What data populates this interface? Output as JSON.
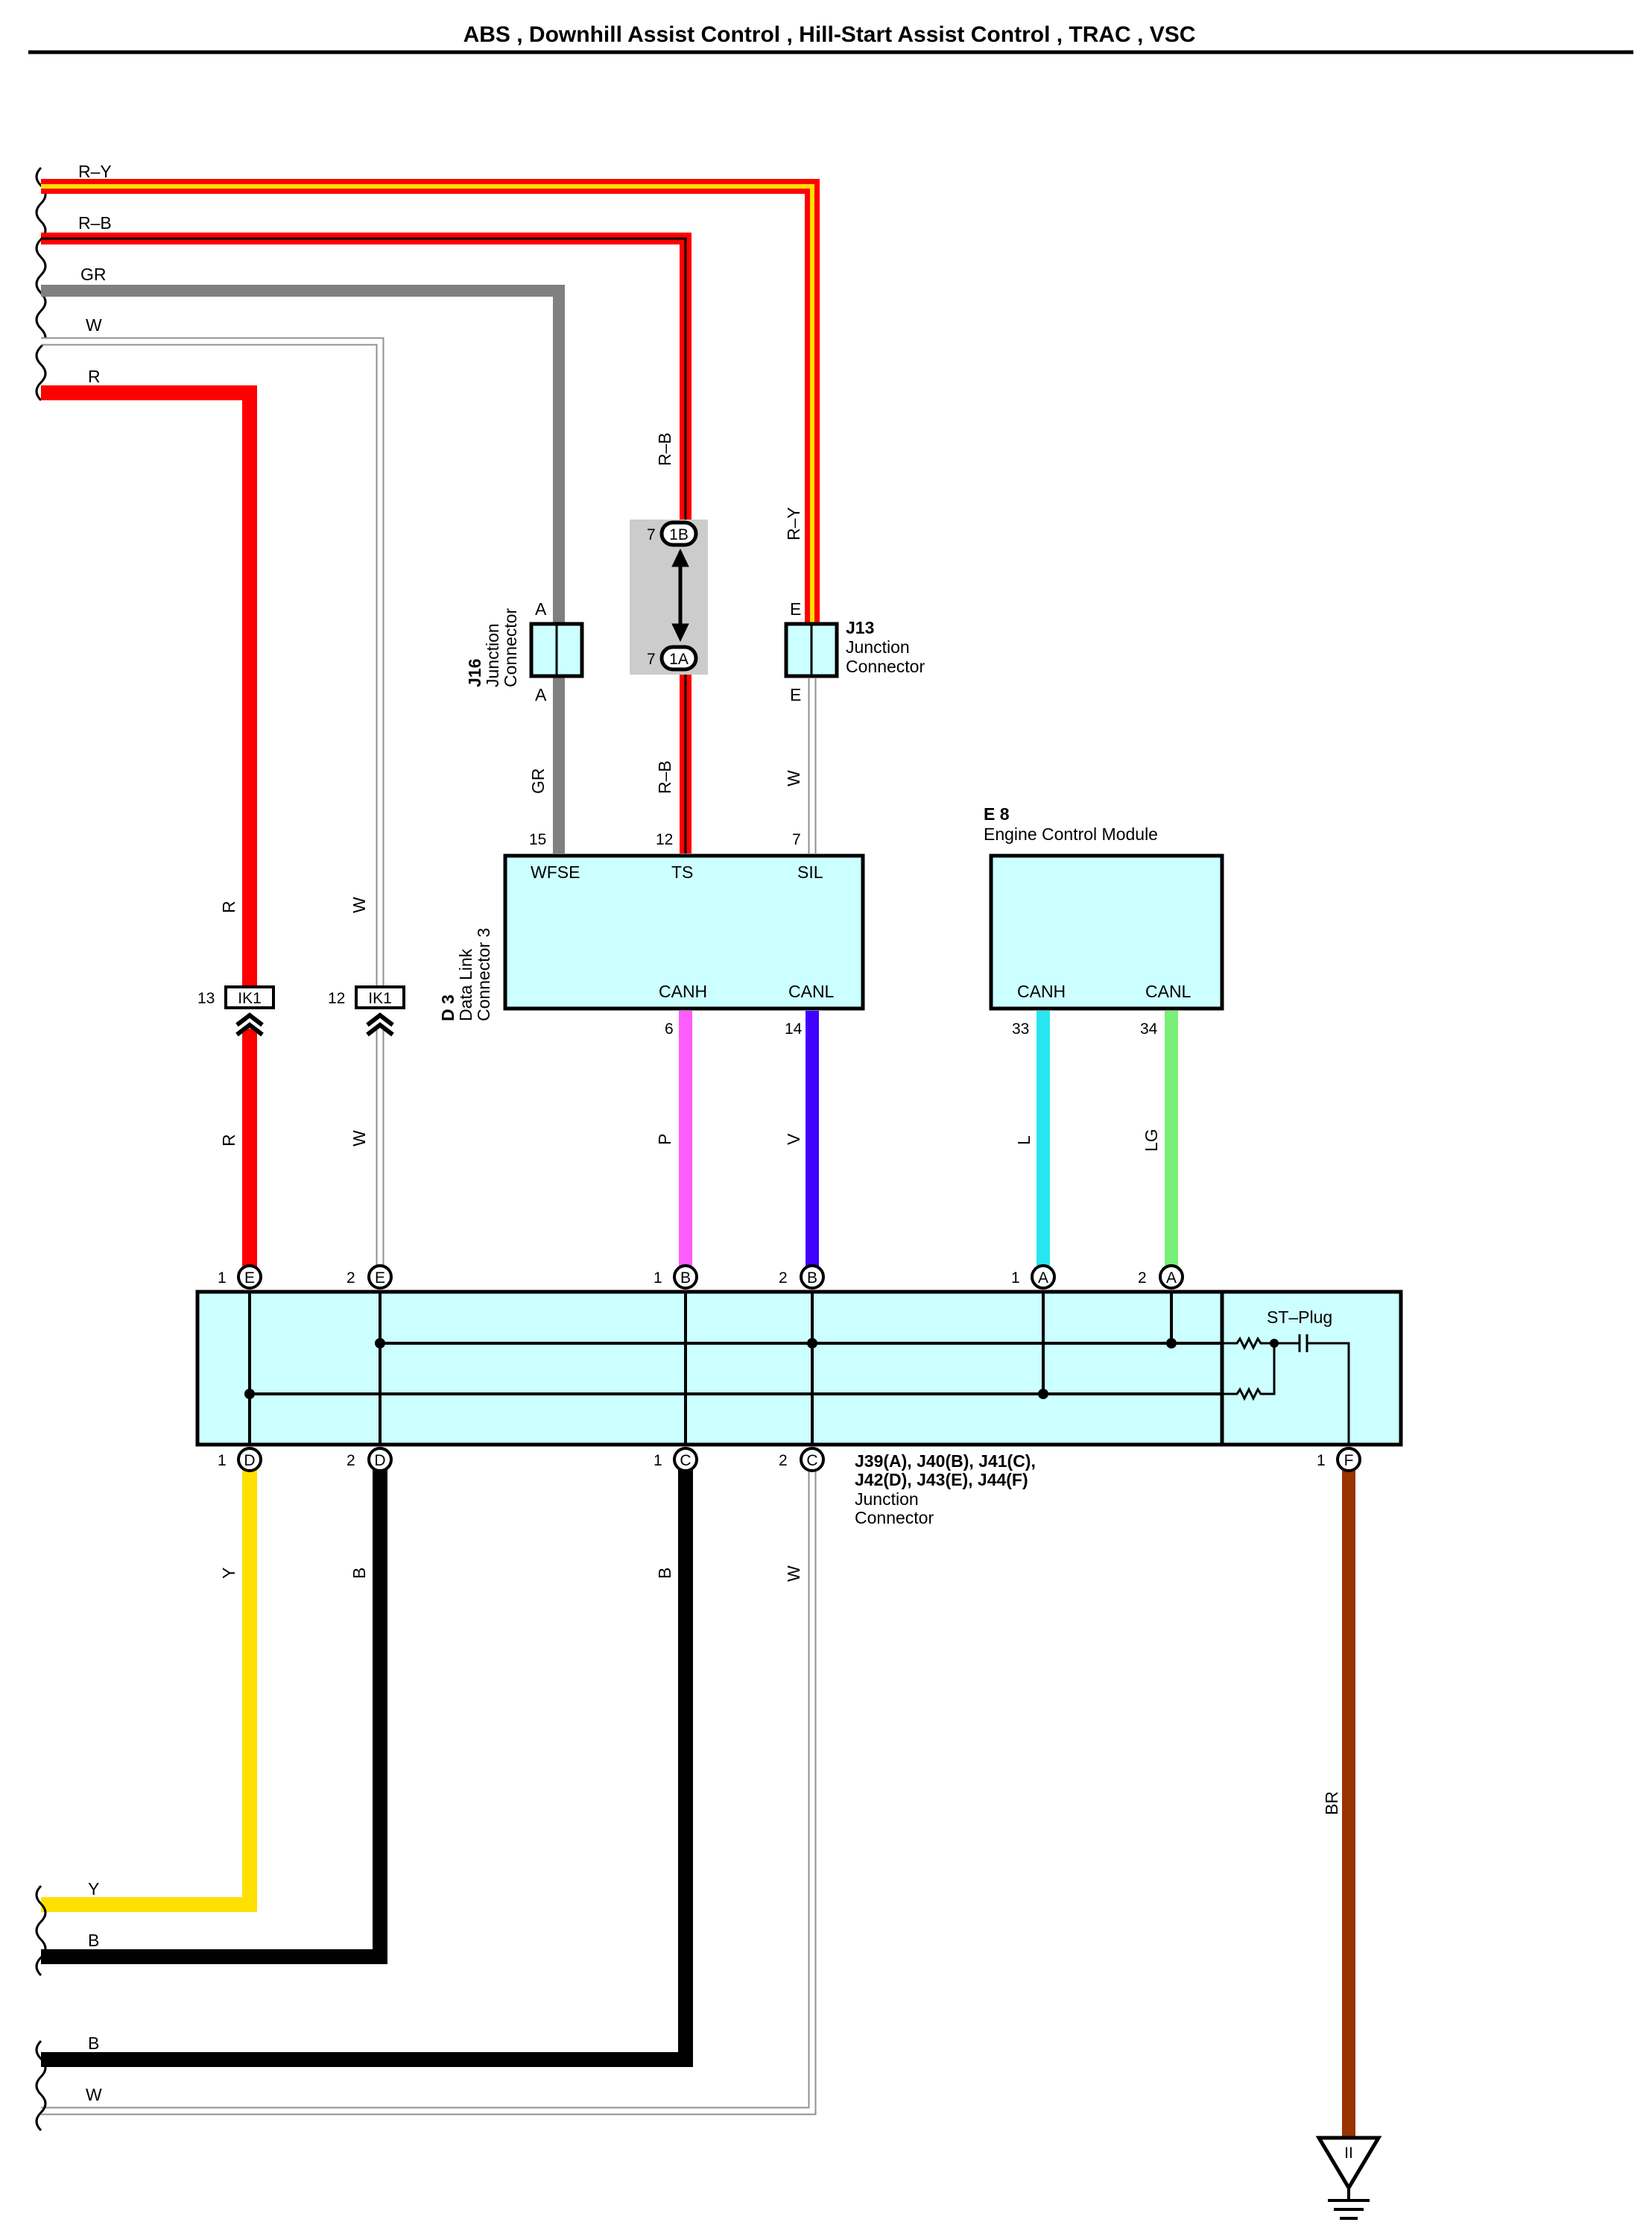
{
  "title": "ABS , Downhill Assist Control , Hill-Start Assist Control , TRAC , VSC",
  "colors": {
    "red": "#ff0000",
    "yellow": "#ffe000",
    "gray": "#808080",
    "white_wire": "#c8c8c8",
    "pink": "#ff5cff",
    "violet": "#4000ff",
    "blue_l": "#27e6f0",
    "light_green": "#78f078",
    "brown": "#993300",
    "black": "#000000",
    "connector_fill": "#ccffff",
    "highlight_box": "#cccccc"
  },
  "wires_left_top": {
    "r_y": "R–Y",
    "r_b": "R–B",
    "gr": "GR",
    "w": "W",
    "r": "R"
  },
  "wire_labels": {
    "r_b_upper": "R–B",
    "r_y_upper": "R–Y",
    "gr_mid": "GR",
    "r_b_mid": "R–B",
    "w_mid": "W",
    "r_upper": "R",
    "w_upper": "W",
    "r_lower": "R",
    "w_lower": "W",
    "p": "P",
    "v": "V",
    "l": "L",
    "lg": "LG",
    "y": "Y",
    "b1": "B",
    "b2": "B",
    "w_bottom": "W",
    "br": "BR"
  },
  "wires_left_bottom": {
    "y": "Y",
    "b1": "B",
    "b2": "B",
    "w": "W"
  },
  "j16": {
    "id": "J16",
    "line1": "Junction",
    "line2": "Connector",
    "pin_top": "A",
    "pin_bottom": "A"
  },
  "j13": {
    "id": "J13",
    "line1": "Junction",
    "line2": "Connector",
    "pin_top": "E",
    "pin_bottom": "E"
  },
  "inline_1": {
    "top_pin": "7",
    "top_label": "1B",
    "bottom_pin": "7",
    "bottom_label": "1A"
  },
  "d3": {
    "id": "D 3",
    "line1": "Data Link",
    "line2": "Connector 3",
    "pins": {
      "wfse_num": "15",
      "ts_num": "12",
      "sil_num": "7",
      "canh_num": "6",
      "canl_num": "14"
    },
    "labels": {
      "wfse": "WFSE",
      "ts": "TS",
      "sil": "SIL",
      "canh": "CANH",
      "canl": "CANL"
    }
  },
  "e8": {
    "id": "E 8",
    "name": "Engine Control Module",
    "canh": "CANH",
    "canl": "CANL",
    "canh_num": "33",
    "canl_num": "34"
  },
  "ik1": {
    "label": "IK1",
    "pin_r": "13",
    "pin_w": "12"
  },
  "junction": {
    "line1": "J39(A), J40(B), J41(C),",
    "line2": "J42(D), J43(E), J44(F)",
    "line3": "Junction",
    "line4": "Connector",
    "st_plug": "ST–Plug",
    "top_pins": [
      {
        "num": "1",
        "letter": "E"
      },
      {
        "num": "2",
        "letter": "E"
      },
      {
        "num": "1",
        "letter": "B"
      },
      {
        "num": "2",
        "letter": "B"
      },
      {
        "num": "1",
        "letter": "A"
      },
      {
        "num": "2",
        "letter": "A"
      }
    ],
    "bottom_pins": [
      {
        "num": "1",
        "letter": "D"
      },
      {
        "num": "2",
        "letter": "D"
      },
      {
        "num": "1",
        "letter": "C"
      },
      {
        "num": "2",
        "letter": "C"
      },
      {
        "num": "1",
        "letter": "F"
      }
    ]
  },
  "ground": {
    "label": "II"
  }
}
